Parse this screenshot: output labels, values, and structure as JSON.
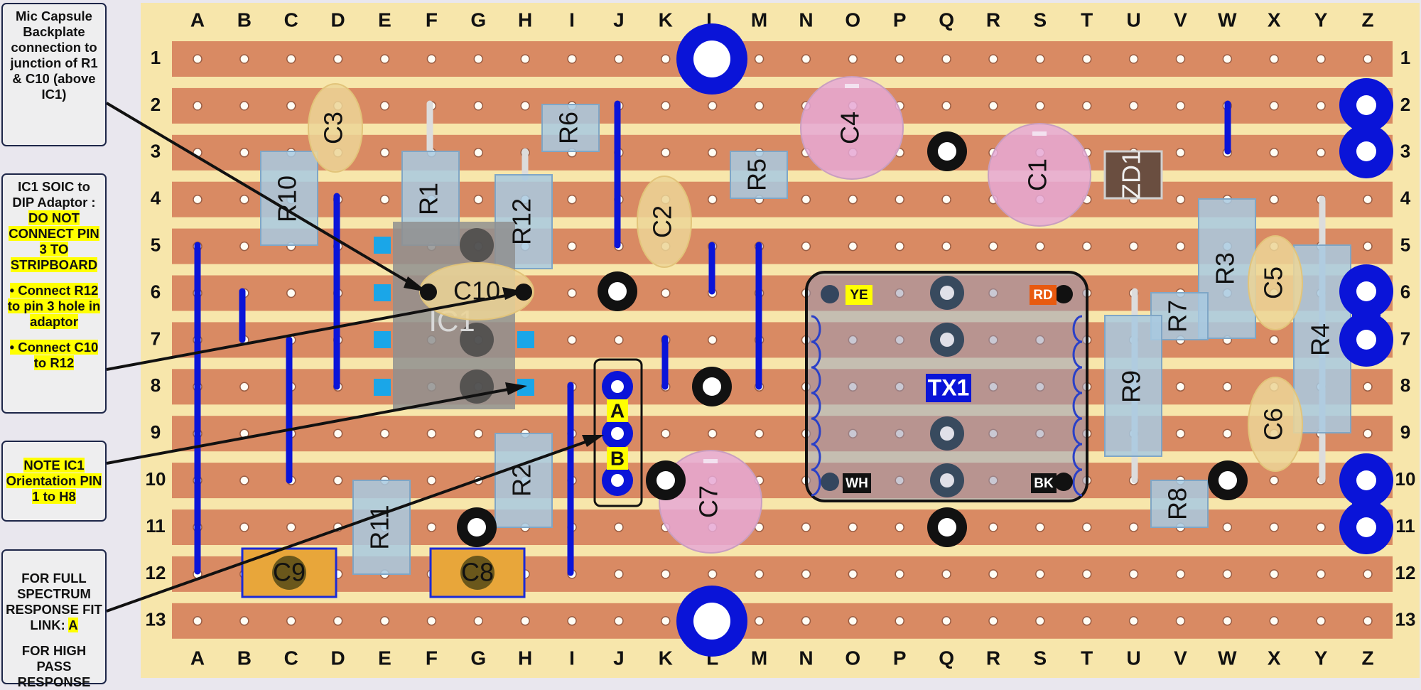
{
  "columns": [
    "A",
    "B",
    "C",
    "D",
    "E",
    "F",
    "G",
    "H",
    "I",
    "J",
    "K",
    "L",
    "M",
    "N",
    "O",
    "P",
    "Q",
    "R",
    "S",
    "T",
    "U",
    "V",
    "W",
    "X",
    "Y",
    "Z"
  ],
  "rows": [
    "1",
    "2",
    "3",
    "4",
    "5",
    "6",
    "7",
    "8",
    "9",
    "10",
    "11",
    "12",
    "13"
  ],
  "colors": {
    "board_bg": "#f7e6ab",
    "strip": "#d98a63",
    "hole": "#fffdf5",
    "link": "#0a14d8",
    "resistor": "#a8c9e0",
    "elco": "#e6a8d5",
    "ceramic": "#ecd596",
    "ic_body": "#8f8f8f"
  },
  "notes": {
    "note1": "Mic Capsule Backplate connection to junction of R1 & C10 (above IC1)",
    "note2_title": "IC1 SOIC to DIP Adaptor :",
    "note2_warning": "DO NOT CONNECT PIN 3 TO STRIPBOARD",
    "note2_item1": "• Connect R12 to pin 3 hole in adaptor",
    "note2_item2": "• Connect C10 to R12",
    "note3": "NOTE IC1 Orientation PIN 1 to H8",
    "note4_line1": "FOR FULL SPECTRUM RESPONSE FIT LINK:",
    "note4_link_a": "A",
    "note4_line2": "FOR HIGH PASS RESPONSE"
  },
  "components": {
    "resistors": [
      "R1",
      "R2",
      "R3",
      "R4",
      "R5",
      "R6",
      "R7",
      "R8",
      "R9",
      "R10",
      "R11",
      "R12"
    ],
    "electrolytic_caps": [
      "C1",
      "C4",
      "C7"
    ],
    "ceramic_caps": [
      "C2",
      "C3",
      "C5",
      "C6",
      "C10"
    ],
    "boxed_caps": [
      "C9",
      "C8"
    ],
    "zener": "ZD1",
    "ic": "IC1",
    "transformer": "TX1",
    "wire_labels": [
      "YE",
      "RD",
      "WH",
      "BK"
    ],
    "link_labels": [
      "A",
      "B"
    ]
  }
}
